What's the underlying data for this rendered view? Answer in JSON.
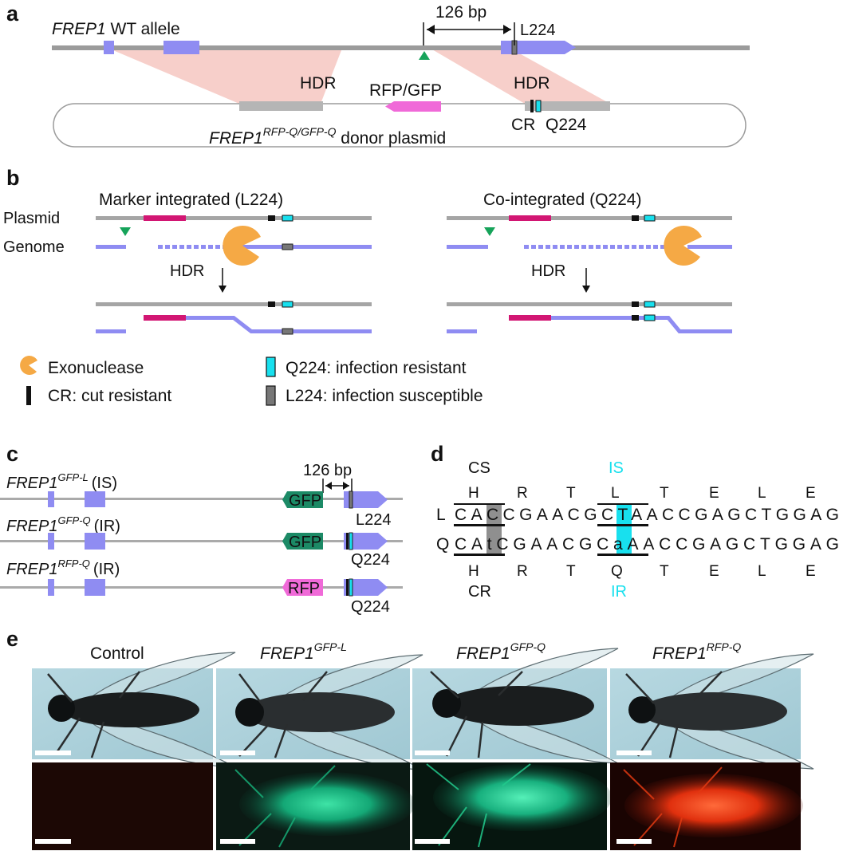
{
  "colors": {
    "gene": "#8f8cf2",
    "backbone": "#9b9b9b",
    "hdr_shade": "#f7cfca",
    "rfp": "#f06ad8",
    "magenta": "#d21673",
    "gfp": "#1c8a66",
    "cyan": "#18e0ee",
    "exonuclease": "#f5a945",
    "cut_site": "#16a35a",
    "photo_bg": "#a9cfd9"
  },
  "panel_a": {
    "label": "a",
    "allele_gene": "FREP1",
    "allele_rest": " WT allele",
    "distance": "126 bp",
    "site_label": "L224",
    "hdr_left": "HDR",
    "hdr_right": "HDR",
    "marker": "RFP/GFP",
    "cr_label": "CR",
    "q_label": "Q224",
    "plasmid_gene": "FREP1",
    "plasmid_sup": "RFP-Q/GFP-Q",
    "plasmid_rest": " donor plasmid"
  },
  "panel_b": {
    "label": "b",
    "left_title": "Marker integrated (L224)",
    "right_title": "Co-integrated (Q224)",
    "plasmid_label": "Plasmid",
    "genome_label": "Genome",
    "hdr_left": "HDR",
    "hdr_right": "HDR",
    "legend": {
      "exonuclease": "Exonuclease",
      "cr": "CR: cut resistant",
      "q224": "Q224: infection resistant",
      "l224": "L224: infection susceptible"
    }
  },
  "panel_c": {
    "label": "c",
    "distance": "126 bp",
    "lines": [
      {
        "gene": "FREP1",
        "sup": "GFP-L",
        "tag": "(IS)",
        "marker": "GFP",
        "site": "L224"
      },
      {
        "gene": "FREP1",
        "sup": "GFP-Q",
        "tag": "(IR)",
        "marker": "GFP",
        "site": "Q224"
      },
      {
        "gene": "FREP1",
        "sup": "RFP-Q",
        "tag": "(IR)",
        "marker": "RFP",
        "site": "Q224"
      }
    ]
  },
  "panel_d": {
    "label": "d",
    "cs": "CS",
    "is": "IS",
    "cr": "CR",
    "ir": "IR",
    "top_aa": [
      "H",
      "R",
      "T",
      "L",
      "T",
      "E",
      "L",
      "E"
    ],
    "bottom_aa": [
      "H",
      "R",
      "T",
      "Q",
      "T",
      "E",
      "L",
      "E"
    ],
    "row_l": "L",
    "row_q": "Q",
    "seq_l": "CACCGAACGCTAACCGAGCTGGAG",
    "seq_q": "CAtCGAACGCaAACCGAGCTGGAG"
  },
  "panel_e": {
    "label": "e",
    "columns": [
      {
        "title": "Control",
        "gene": "",
        "sup": ""
      },
      {
        "title": "",
        "gene": "FREP1",
        "sup": "GFP-L"
      },
      {
        "title": "",
        "gene": "FREP1",
        "sup": "GFP-Q"
      },
      {
        "title": "",
        "gene": "FREP1",
        "sup": "RFP-Q"
      }
    ],
    "fluorescence": [
      "none",
      "green",
      "green",
      "red"
    ]
  }
}
